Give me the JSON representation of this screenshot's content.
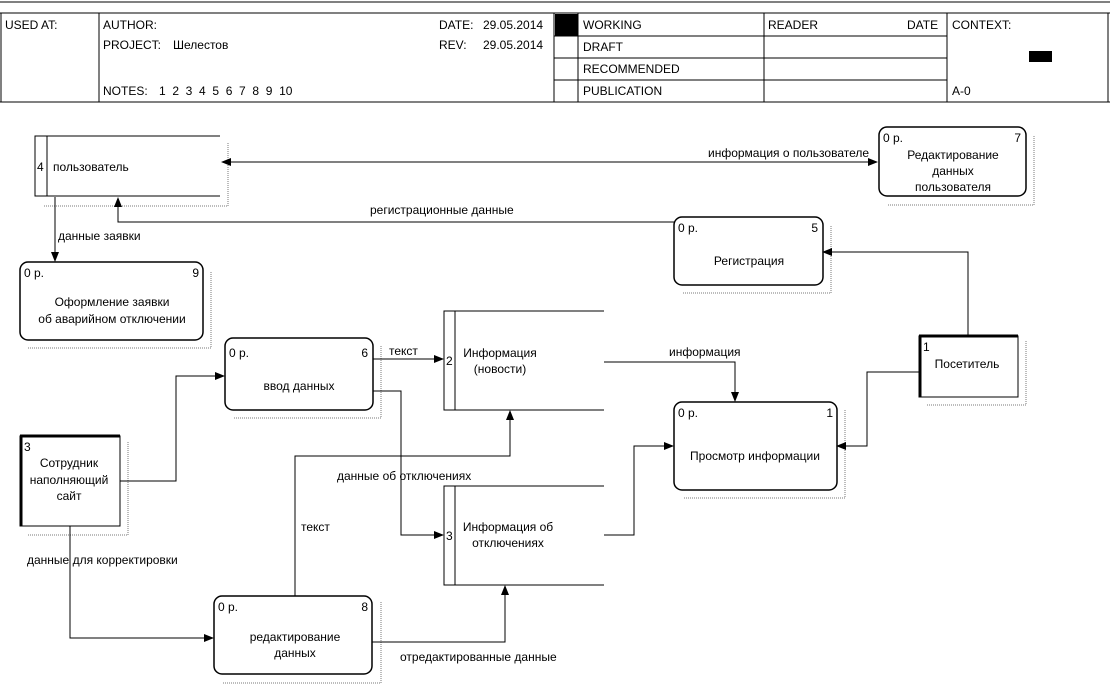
{
  "header": {
    "used_at_label": "USED AT:",
    "author_label": "AUTHOR:",
    "project_label": "PROJECT:",
    "project_value": "Шелестов",
    "notes_label": "NOTES:",
    "notes_numbers": "1  2  3  4  5  6  7  8  9  10",
    "date_label": "DATE:",
    "date_value": "29.05.2014",
    "rev_label": "REV:",
    "rev_value": "29.05.2014",
    "status": [
      "WORKING",
      "DRAFT",
      "RECOMMENDED",
      "PUBLICATION"
    ],
    "reader_label": "READER",
    "reader_date_label": "DATE",
    "context_label": "CONTEXT:",
    "node_id": "A-0"
  },
  "externals": {
    "e1": {
      "num": "1",
      "label": "Посетитель"
    },
    "e3": {
      "num": "3",
      "line1": "Сотрудник",
      "line2": "наполняющий",
      "line3": "сайт"
    }
  },
  "stores": {
    "s4": {
      "num": "4",
      "label": "пользователь"
    },
    "s2": {
      "num": "2",
      "line1": "Информация",
      "line2": "(новости)"
    },
    "s3": {
      "num": "3",
      "line1": "Информация об",
      "line2": "отключениях"
    }
  },
  "processes": {
    "p7": {
      "cost": "0 р.",
      "num": "7",
      "line1": "Редактирование",
      "line2": "данных",
      "line3": "пользователя"
    },
    "p5": {
      "cost": "0 р.",
      "num": "5",
      "label": "Регистрация"
    },
    "p9": {
      "cost": "0 р.",
      "num": "9",
      "line1": "Оформление заявки",
      "line2": "об аварийном отключении"
    },
    "p6": {
      "cost": "0 р.",
      "num": "6",
      "label": "ввод данных"
    },
    "p1": {
      "cost": "0 р.",
      "num": "1",
      "label": "Просмотр информации"
    },
    "p8": {
      "cost": "0 р.",
      "num": "8",
      "line1": "редактирование",
      "line2": "данных"
    }
  },
  "flows": {
    "user_info": "информация о пользователе",
    "reg_data": "регистрационные данные",
    "request_data": "данные заявки",
    "text1": "текст",
    "information": "информация",
    "outage_data": "данные об отключениях",
    "text2": "текст",
    "correction_data": "данные для корректировки",
    "edited_data": "отредактированные данные"
  }
}
